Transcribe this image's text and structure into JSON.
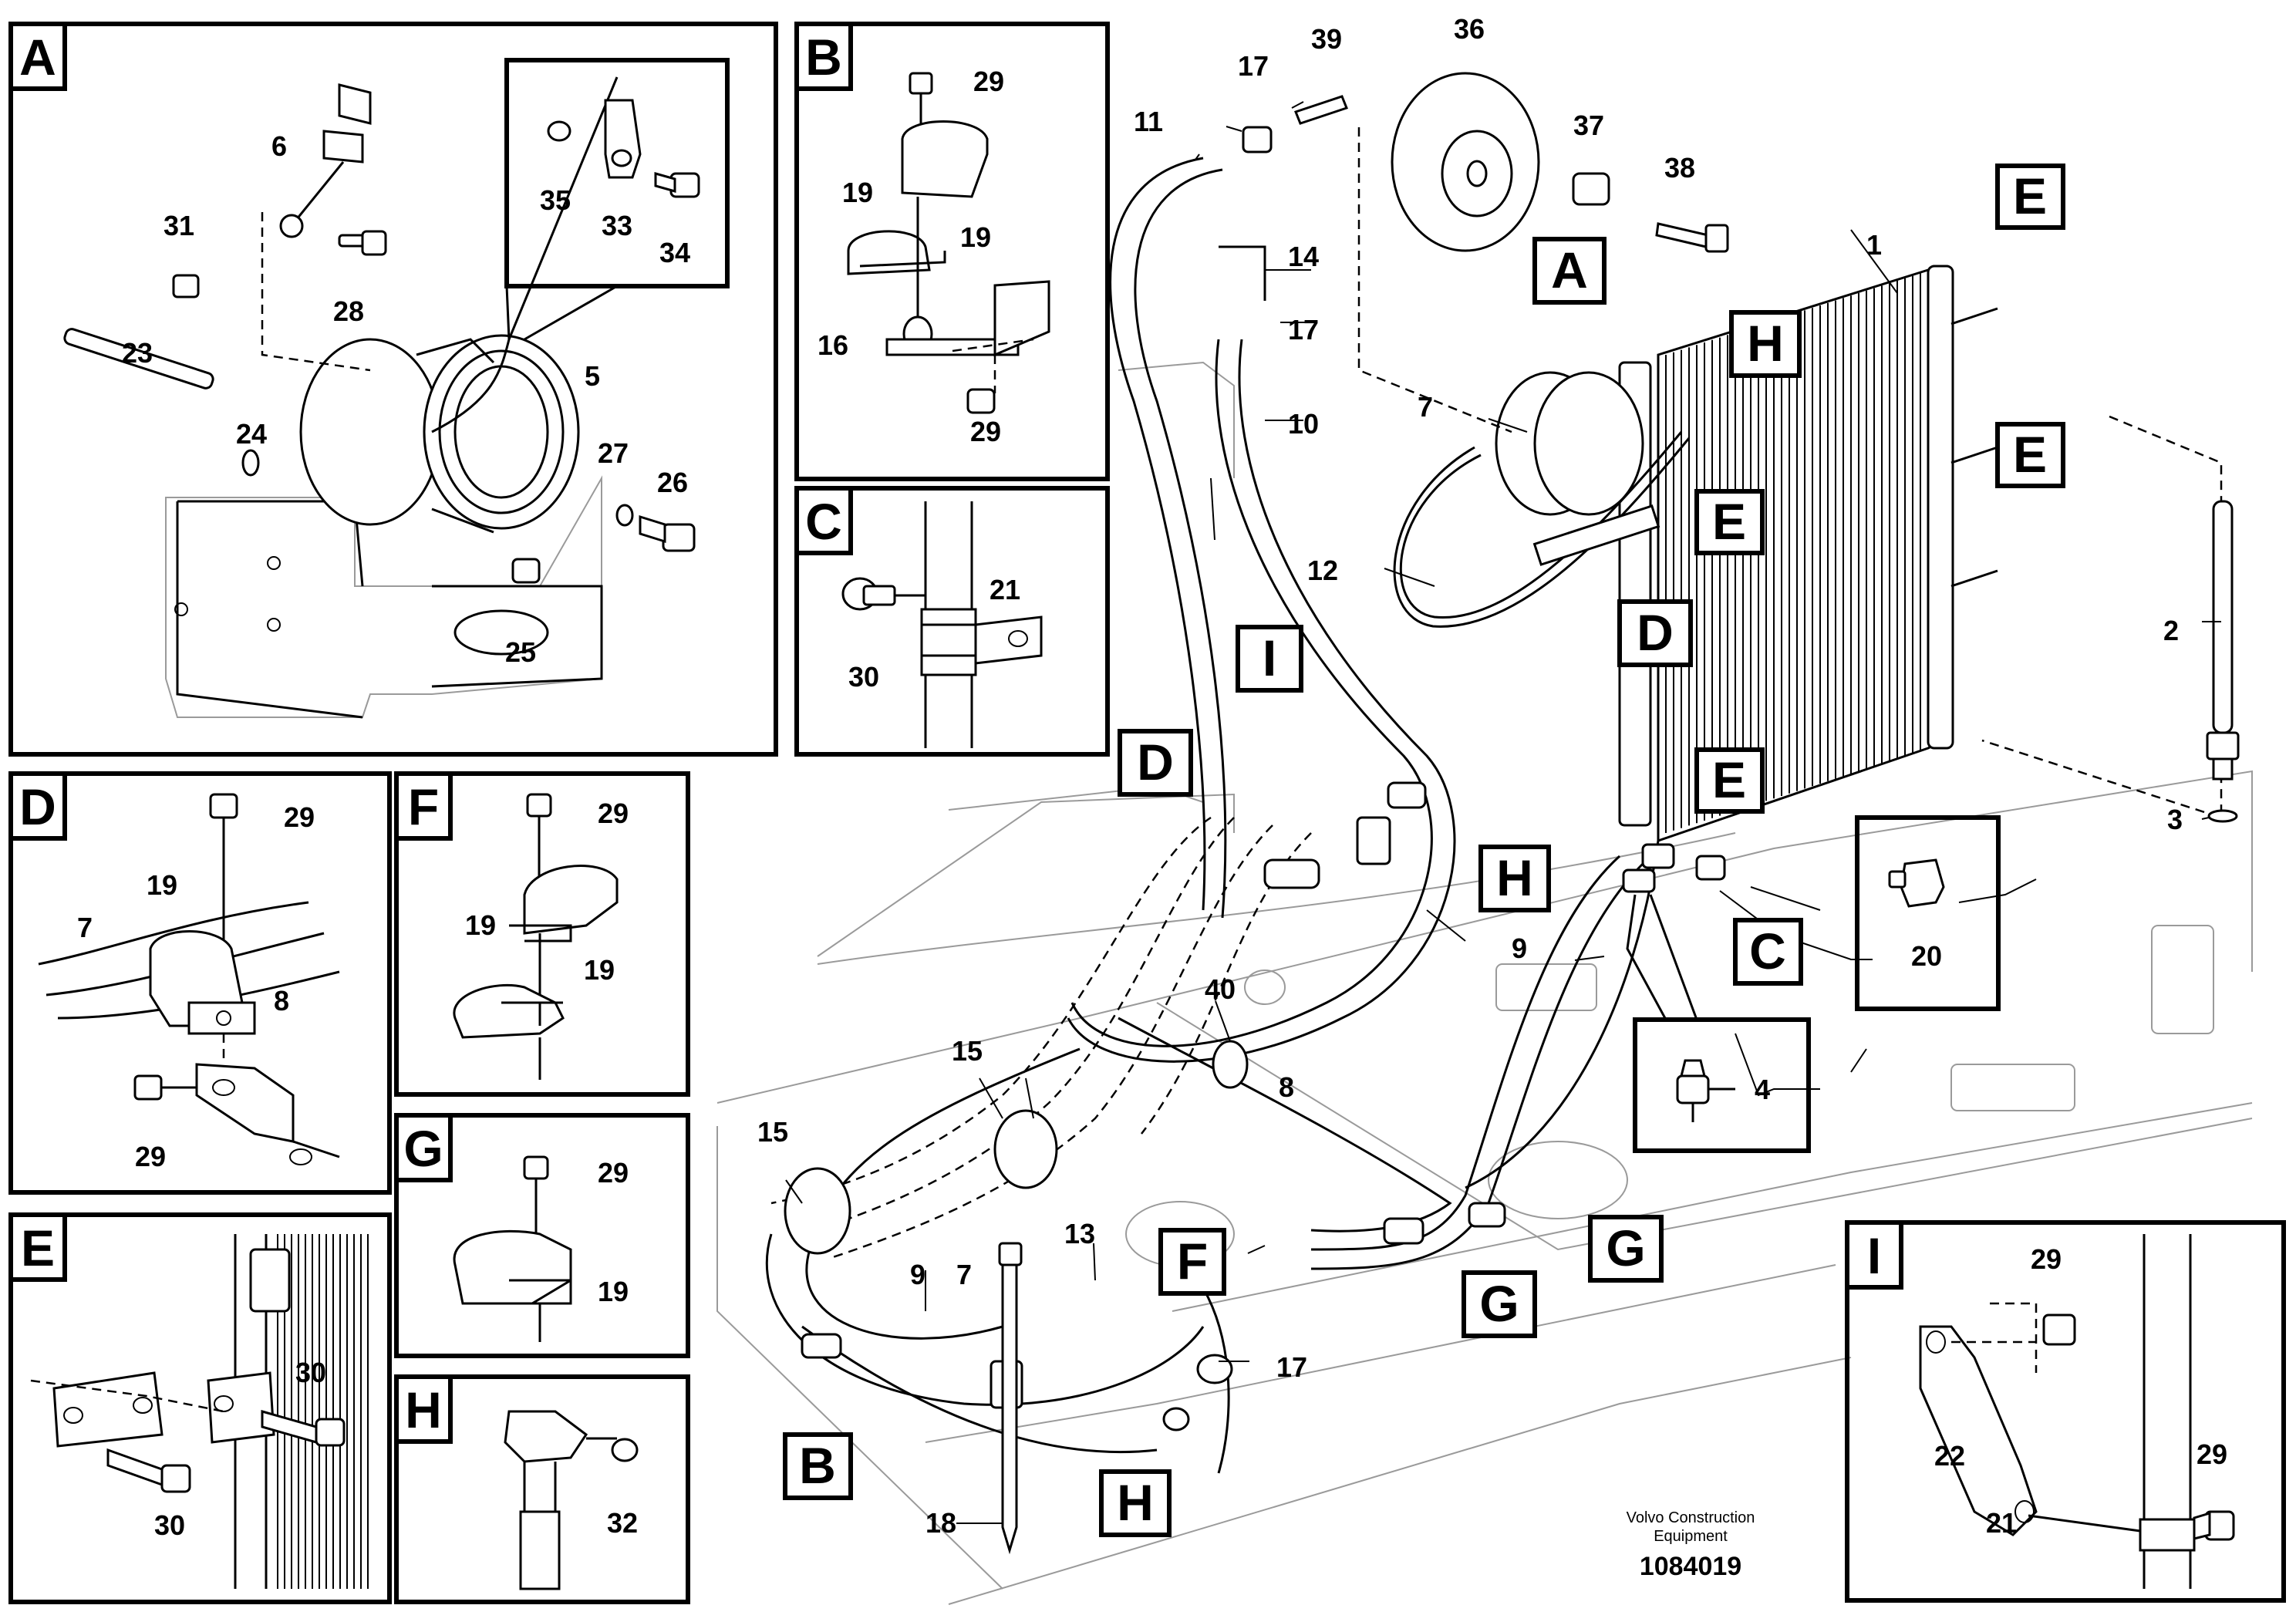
{
  "detail_frames": {
    "A": "A",
    "B": "B",
    "C": "C",
    "D": "D",
    "E": "E",
    "F": "F",
    "G": "G",
    "H": "H",
    "I": "I"
  },
  "callout_tags": {
    "A": "A",
    "B": "B",
    "C": "C",
    "D1": "D",
    "D2": "D",
    "E1": "E",
    "E2": "E",
    "E3": "E",
    "E4": "E",
    "F": "F",
    "G1": "G",
    "G2": "G",
    "H1": "H",
    "H2": "H",
    "H3": "H",
    "I": "I"
  },
  "part_numbers": {
    "p1": "1",
    "p2": "2",
    "p3": "3",
    "p4": "4",
    "p5": "5",
    "p6": "6",
    "p7a": "7",
    "p7b": "7",
    "p7c": "7",
    "p8a": "8",
    "p8b": "8",
    "p9a": "9",
    "p9b": "9",
    "p10": "10",
    "p11": "11",
    "p12": "12",
    "p13": "13",
    "p14": "14",
    "p15a": "15",
    "p15b": "15",
    "p16": "16",
    "p17a": "17",
    "p17b": "17",
    "p17c": "17",
    "p18": "18",
    "p19a": "19",
    "p19b": "19",
    "p19c": "19",
    "p19d": "19",
    "p19e": "19",
    "p19f": "19",
    "p20": "20",
    "p21a": "21",
    "p21b": "21",
    "p22": "22",
    "p23": "23",
    "p24": "24",
    "p25": "25",
    "p26": "26",
    "p27": "27",
    "p28": "28",
    "p29a": "29",
    "p29b": "29",
    "p29c": "29",
    "p29d": "29",
    "p29e": "29",
    "p29f": "29",
    "p29g": "29",
    "p29h": "29",
    "p30a": "30",
    "p30b": "30",
    "p30c": "30",
    "p31": "31",
    "p32": "32",
    "p33": "33",
    "p34": "34",
    "p35": "35",
    "p36": "36",
    "p37": "37",
    "p38": "38",
    "p39": "39",
    "p40": "40"
  },
  "footer": {
    "brand_line1": "Volvo Construction",
    "brand_line2": "Equipment",
    "document_number": "1084019"
  }
}
